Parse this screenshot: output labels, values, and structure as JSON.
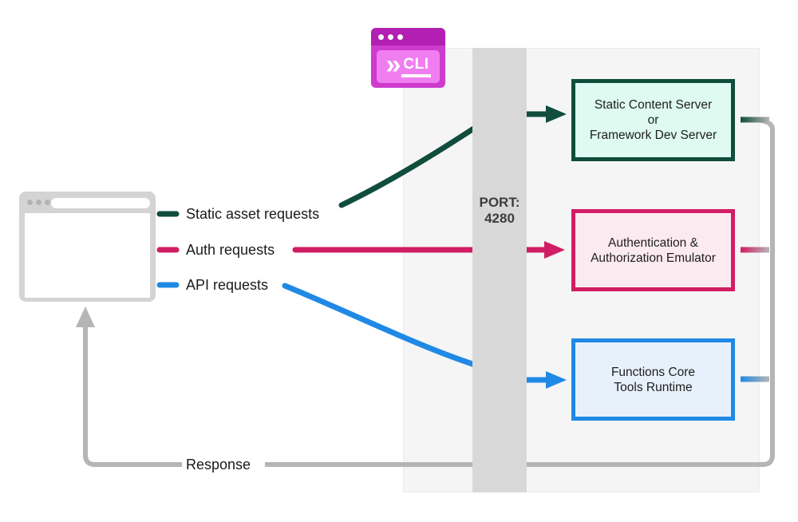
{
  "colors": {
    "green": "#104d3c",
    "pink": "#d11d63",
    "blue": "#2089e5",
    "gray": "#b5b5b5",
    "bar": "#d8d8d8",
    "panel": "#f5f5f5",
    "green_box_bg": "#defaf1",
    "pink_box_bg": "#fceaf1",
    "blue_box_bg": "#e7f1fb",
    "cli_title": "#b21fb2",
    "cli_body": "#cd3ccd",
    "cli_inner": "#f07ef0",
    "browser_frame": "#d4d4d4"
  },
  "cli": {
    "label": "CLI",
    "chevron": "»"
  },
  "port": {
    "line1": "PORT:",
    "line2": "4280"
  },
  "labels": {
    "static": "Static asset requests",
    "auth": "Auth requests",
    "api": "API requests",
    "response": "Response"
  },
  "boxes": [
    {
      "name": "static-content-server",
      "lines": [
        "Static Content Server",
        "or",
        "Framework Dev Server"
      ]
    },
    {
      "name": "auth-emulator",
      "lines": [
        "Authentication &",
        "Authorization Emulator"
      ]
    },
    {
      "name": "functions-runtime",
      "lines": [
        "Functions Core",
        "Tools Runtime"
      ]
    }
  ]
}
